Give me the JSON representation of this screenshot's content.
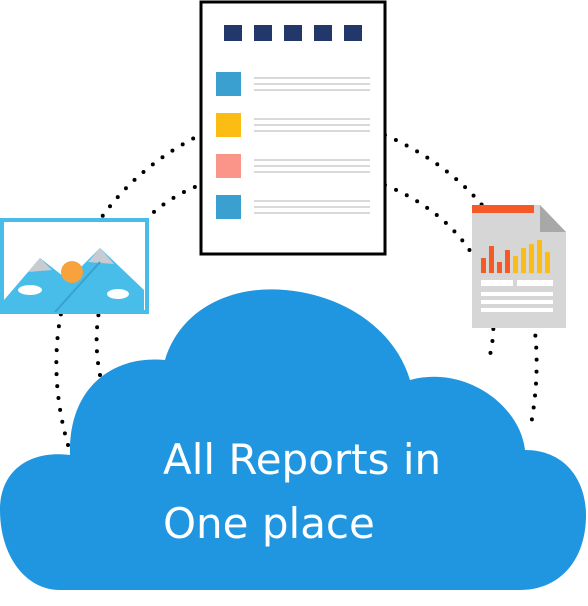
{
  "cloud": {
    "line1": "All Reports in",
    "line2": "One place",
    "color": "#2196e0"
  },
  "report_document": {
    "header_blocks": 5,
    "header_color": "#22386a",
    "rows": [
      {
        "color": "#3aa0d0",
        "icon": "blue-square"
      },
      {
        "color": "#fbbc14",
        "icon": "yellow-square"
      },
      {
        "color": "#fb958a",
        "icon": "salmon-square"
      },
      {
        "color": "#3aa0d0",
        "icon": "blue-square"
      }
    ]
  },
  "image_icon": {
    "frame_color": "#49bdea",
    "sun_color": "#f7a23c"
  },
  "chart_file_icon": {
    "bar_colors": [
      "#f35a25",
      "#fbbc14"
    ],
    "header_color": "#f35a25"
  }
}
